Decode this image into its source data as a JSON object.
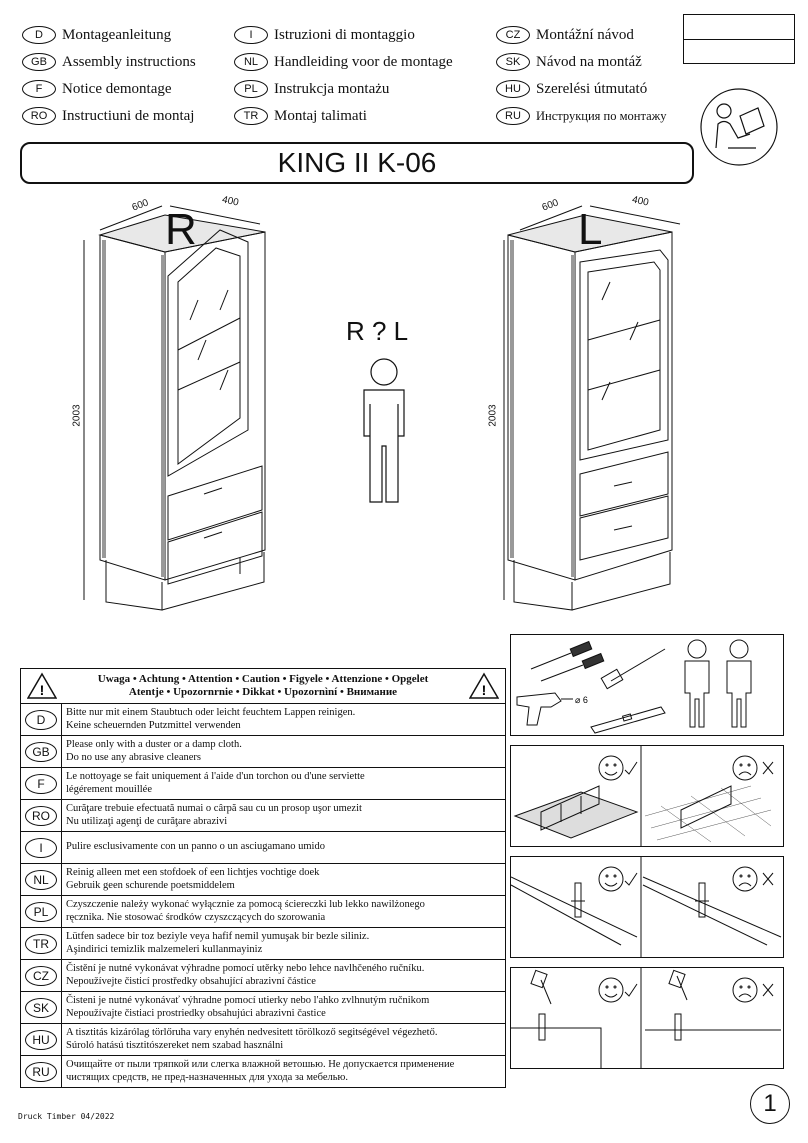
{
  "languages": [
    {
      "code": "D",
      "label": "Montageanleitung"
    },
    {
      "code": "GB",
      "label": "Assembly instructions"
    },
    {
      "code": "F",
      "label": "Notice demontage"
    },
    {
      "code": "RO",
      "label": "Instructiuni de montaj"
    },
    {
      "code": "I",
      "label": "Istruzioni di montaggio"
    },
    {
      "code": "NL",
      "label": "Handleiding voor de montage"
    },
    {
      "code": "PL",
      "label": "Instrukcja montażu"
    },
    {
      "code": "TR",
      "label": "Montaj talimati"
    },
    {
      "code": "CZ",
      "label": "Montážní návod"
    },
    {
      "code": "SK",
      "label": "Návod na montáž"
    },
    {
      "code": "HU",
      "label": "Szerelési útmutató"
    },
    {
      "code": "RU",
      "label": "Инструкция по монтажу"
    }
  ],
  "title": "KING II K-06",
  "cabinet_right": {
    "letter": "R",
    "width": "600",
    "depth": "400",
    "height": "2003"
  },
  "cabinet_left": {
    "letter": "L",
    "width": "600",
    "depth": "400",
    "height": "2003"
  },
  "choice_label": "R ? L",
  "warning": {
    "line1": "Uwaga • Achtung • Attention • Caution • Figyele • Attenzione • Opgelet",
    "line2": "Atentje • Upozornrnie • Dikkat • Upozornìní • Внимание",
    "rows": [
      {
        "code": "D",
        "l1": "Bitte nur mit einem Staubtuch oder leicht feuchtem Lappen reinigen.",
        "l2": "Keine scheuernden Putzmittel verwenden"
      },
      {
        "code": "GB",
        "l1": "Please only with a duster or a damp cloth.",
        "l2": "Do no use any abrasive cleaners"
      },
      {
        "code": "F",
        "l1": "Le nottoyage se fait uniquement á l'aide d'un torchon ou d'une serviette",
        "l2": "légérement mouillée"
      },
      {
        "code": "RO",
        "l1": "Curăţare trebuie efectuată numai o cârpă sau cu un prosop uşor umezit",
        "l2": "Nu utilizaţi agenţi de curăţare abrazivi"
      },
      {
        "code": "I",
        "l1": "Pulire esclusivamente con un panno o un asciugamano umido",
        "l2": ""
      },
      {
        "code": "NL",
        "l1": "Reinig alleen met een stofdoek of een lichtjes vochtige doek",
        "l2": "Gebruik geen schurende poetsmiddelem"
      },
      {
        "code": "PL",
        "l1": "Czyszczenie należy wykonać wyłącznie za pomocą ściereczki lub lekko nawilżonego",
        "l2": "ręcznika. Nie stosować środków czyszczących do szorowania"
      },
      {
        "code": "TR",
        "l1": "Lütfen sadece bir toz beziyle veya hafif nemil yumuşak bir bezle siliniz.",
        "l2": "Aşindirici temizlik malzemeleri kullanmayiniz"
      },
      {
        "code": "CZ",
        "l1": "Čistění je nutné vykonávat výhradne pomocí utěrky nebo lehce navlhčeného ručníku.",
        "l2": "Nepoužívejte čisticí prostředky obsahující abrazivní částice"
      },
      {
        "code": "SK",
        "l1": "Čisteni je nutné vykonávať výhradne pomocí utierky nebo l'ahko zvlhnutým ručnikom",
        "l2": "Nepoužívajte čistiaci prostriedky obsahujúci abrazivni častice"
      },
      {
        "code": "HU",
        "l1": "A tisztitás kizárólag törlőruha vary enyhén nedvesitett törölkoző segitségével végezhető.",
        "l2": "Súroló hatású tisztitószereket nem szabad használni"
      },
      {
        "code": "RU",
        "l1": "Очищайте от пыли тряпкой или слегка влажной ветошью. Не допускается применение",
        "l2": "чистящих средств, не пред-назначенных для ухода за мебелью."
      }
    ]
  },
  "tools": {
    "drill_bit": "⌀ 6"
  },
  "footer": "Druck Timber 04/2022",
  "page_number": "1"
}
